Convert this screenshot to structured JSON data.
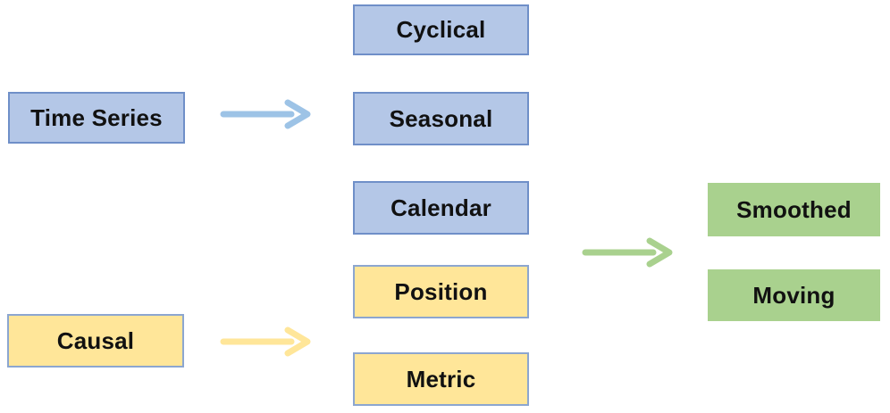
{
  "diagram_title": "",
  "nodes": {
    "time_series": "Time Series",
    "causal": "Causal",
    "cyclical": "Cyclical",
    "seasonal": "Seasonal",
    "calendar": "Calendar",
    "position": "Position",
    "metric": "Metric",
    "smoothed": "Smoothed",
    "moving": "Moving"
  },
  "groups": {
    "left_column": [
      "Time Series",
      "Causal"
    ],
    "middle_column": [
      "Cyclical",
      "Seasonal",
      "Calendar",
      "Position",
      "Metric"
    ],
    "right_column": [
      "Smoothed",
      "Moving"
    ]
  },
  "arrows": [
    {
      "name": "time-series-arrow",
      "from": "Time Series",
      "to": "middle column (Cyclical, Seasonal, Calendar)",
      "color": "#9dc3e6",
      "direction": "right"
    },
    {
      "name": "causal-arrow",
      "from": "Causal",
      "to": "middle column (Position, Metric)",
      "color": "#ffe699",
      "direction": "right"
    },
    {
      "name": "output-arrow",
      "from": "middle column",
      "to": "right column (Smoothed, Moving)",
      "color": "#a9d18e",
      "direction": "right"
    }
  ],
  "colors": {
    "blue_fill": "#b4c7e7",
    "blue_border": "#6f8fc8",
    "yellow_fill": "#ffe699",
    "yellow_border": "#8ca6d0",
    "green_fill": "#a9d18e",
    "arrow_blue": "#9dc3e6",
    "arrow_yellow": "#ffe699",
    "arrow_green": "#a9d18e",
    "text": "#111111",
    "background": "#ffffff"
  }
}
